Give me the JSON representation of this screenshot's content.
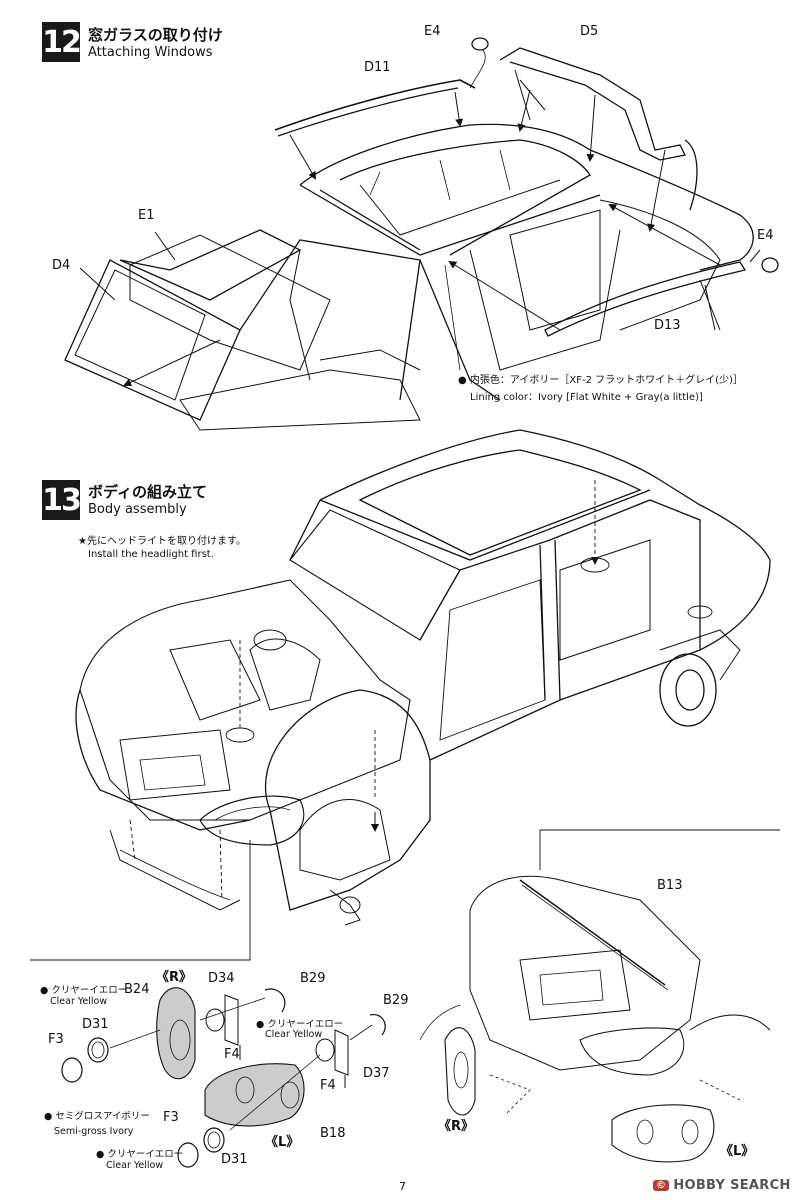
{
  "step12": {
    "number": "12",
    "title_jp": "窓ガラスの取り付け",
    "title_en": "Attaching Windows",
    "parts": {
      "e4_top": "E4",
      "d5": "D5",
      "d11": "D11",
      "e1": "E1",
      "d4": "D4",
      "e4_right": "E4",
      "d13": "D13"
    },
    "lining_jp": "内張色：アイボリー［XF-2 フラットホワイト＋グレイ(少)］",
    "lining_en": "Lining color：Ivory [Flat White + Gray(a little)]"
  },
  "step13": {
    "number": "13",
    "title_jp": "ボディの組み立て",
    "title_en": "Body assembly",
    "note_jp": "★先にヘッドライトを取り付けます。",
    "note_en": "Install the headlight first.",
    "parts": {
      "r_label": "《R》",
      "l_label": "《L》",
      "b24": "B24",
      "d34": "D34",
      "b29_a": "B29",
      "b29_b": "B29",
      "d31_a": "D31",
      "d31_b": "D31",
      "f3_a": "F3",
      "f3_b": "F3",
      "f4_a": "F4",
      "f4_b": "F4",
      "d37": "D37",
      "b18": "B18",
      "b13": "B13",
      "r_label_2": "《R》",
      "l_label_2": "《L》"
    },
    "color_notes": {
      "clear_yellow_1_jp": "クリヤーイエロー",
      "clear_yellow_1_en": "Clear Yellow",
      "clear_yellow_2_jp": "クリヤーイエロー",
      "clear_yellow_2_en": "Clear Yellow",
      "semi_gross_jp": "セミグロスアイボリー",
      "semi_gross_en": "Semi-gross Ivory",
      "clear_yellow_3_jp": "クリヤーイエロー",
      "clear_yellow_3_en": "Clear Yellow"
    }
  },
  "footer": {
    "page_number": "7",
    "watermark": "HOBBY SEARCH",
    "watermark_badge": "©"
  }
}
